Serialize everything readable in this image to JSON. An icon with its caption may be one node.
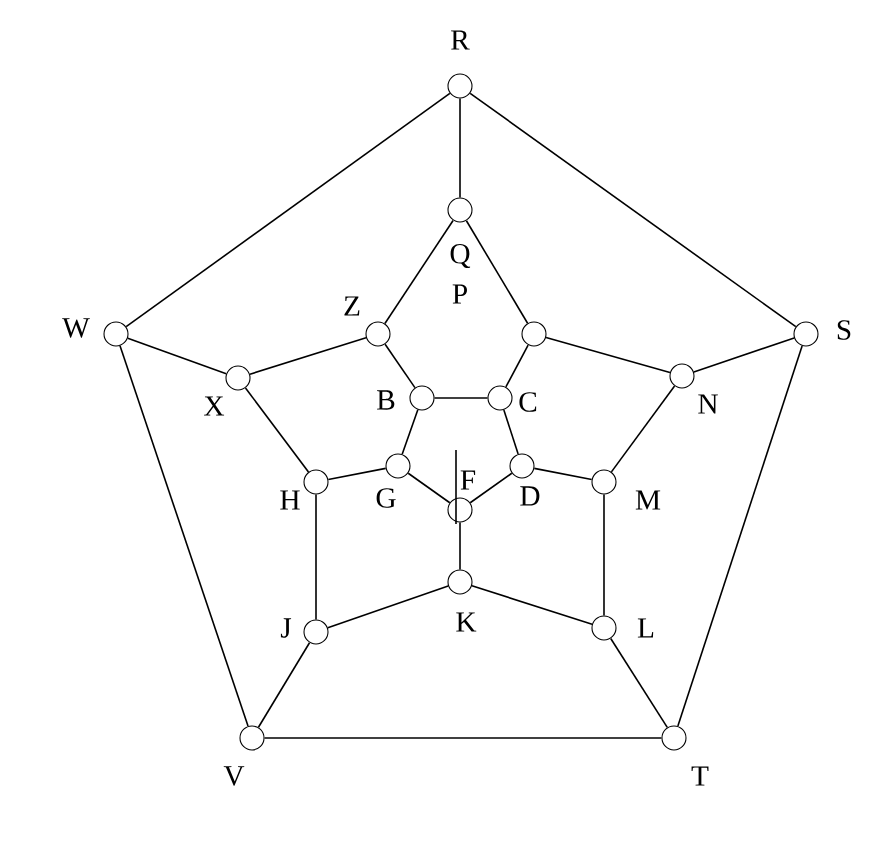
{
  "diagram": {
    "nodes": [
      {
        "text": [],
        "shape": "circle",
        "beside": [
          "R"
        ]
      },
      {
        "text": [],
        "shape": "circle",
        "beside": [
          "Q"
        ]
      },
      {
        "text": [],
        "shape": "circle",
        "beside": [
          "W"
        ]
      },
      {
        "text": [],
        "shape": "circle",
        "beside": [
          "Z"
        ]
      },
      {
        "text": [],
        "shape": "circle"
      },
      {
        "text": [],
        "shape": "circle",
        "beside": [
          "S"
        ]
      },
      {
        "text": [],
        "shape": "circle",
        "beside": [
          "X"
        ]
      },
      {
        "text": [],
        "shape": "circle",
        "beside": [
          "N"
        ]
      },
      {
        "text": [],
        "shape": "circle",
        "beside": [
          "B"
        ]
      },
      {
        "text": [],
        "shape": "circle",
        "beside": [
          "C"
        ]
      },
      {
        "text": [],
        "shape": "circle",
        "beside": [
          "G"
        ]
      },
      {
        "text": [],
        "shape": "circle",
        "beside": [
          "H"
        ]
      },
      {
        "text": [],
        "shape": "circle",
        "beside": [
          "D"
        ]
      },
      {
        "text": [],
        "shape": "circle",
        "beside": [
          "M"
        ]
      },
      {
        "text": [],
        "shape": "circle",
        "beside": [
          "F"
        ]
      },
      {
        "text": [],
        "shape": "circle",
        "beside": [
          "K"
        ]
      },
      {
        "text": [],
        "shape": "circle",
        "beside": [
          "J"
        ]
      },
      {
        "text": [],
        "shape": "circle",
        "beside": [
          "L"
        ]
      },
      {
        "text": [],
        "shape": "circle",
        "beside": [
          "V"
        ]
      },
      {
        "text": [],
        "shape": "circle",
        "beside": [
          "T"
        ]
      }
    ],
    "edges": [
      {
        "from": 0,
        "to": 5,
        "arrow": "none"
      },
      {
        "from": 5,
        "to": 19,
        "arrow": "none"
      },
      {
        "from": 19,
        "to": 18,
        "arrow": "none"
      },
      {
        "from": 18,
        "to": 2,
        "arrow": "none"
      },
      {
        "from": 2,
        "to": 0,
        "arrow": "none"
      },
      {
        "from": 0,
        "to": 1,
        "arrow": "none"
      },
      {
        "from": 5,
        "to": 7,
        "arrow": "none"
      },
      {
        "from": 19,
        "to": 17,
        "arrow": "none"
      },
      {
        "from": 18,
        "to": 16,
        "arrow": "none"
      },
      {
        "from": 2,
        "to": 6,
        "arrow": "none"
      },
      {
        "from": 1,
        "to": 4,
        "arrow": "none"
      },
      {
        "from": 4,
        "to": 7,
        "arrow": "none"
      },
      {
        "from": 7,
        "to": 13,
        "arrow": "none"
      },
      {
        "from": 13,
        "to": 17,
        "arrow": "none"
      },
      {
        "from": 17,
        "to": 15,
        "arrow": "none"
      },
      {
        "from": 15,
        "to": 16,
        "arrow": "none"
      },
      {
        "from": 16,
        "to": 11,
        "arrow": "none"
      },
      {
        "from": 11,
        "to": 6,
        "arrow": "none"
      },
      {
        "from": 6,
        "to": 3,
        "arrow": "none"
      },
      {
        "from": 3,
        "to": 1,
        "arrow": "none"
      },
      {
        "from": 4,
        "to": 9,
        "arrow": "none"
      },
      {
        "from": 13,
        "to": 12,
        "arrow": "none"
      },
      {
        "from": 15,
        "to": 14,
        "arrow": "none"
      },
      {
        "from": 11,
        "to": 10,
        "arrow": "none"
      },
      {
        "from": 3,
        "to": 8,
        "arrow": "none"
      },
      {
        "from": 8,
        "to": 9,
        "arrow": "none"
      },
      {
        "from": 9,
        "to": 12,
        "arrow": "none"
      },
      {
        "from": 12,
        "to": 14,
        "arrow": "none"
      },
      {
        "from": 14,
        "to": 10,
        "arrow": "none"
      },
      {
        "from": 10,
        "to": 8,
        "arrow": "none"
      }
    ],
    "labels": [
      "P"
    ]
  }
}
